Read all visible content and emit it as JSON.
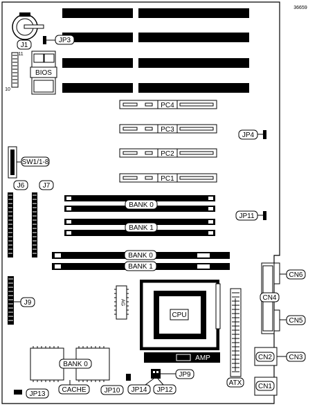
{
  "diagram": {
    "code": "36659",
    "labels": {
      "jp3": "JP3",
      "j1": "J1",
      "j1_pin_top": "11",
      "j1_pin_bottom": "10",
      "bios": "BIOS",
      "pc4": "PC4",
      "pc3": "PC3",
      "pc2": "PC2",
      "pc1": "PC1",
      "jp4": "JP4",
      "sw1": "SW1/1-8",
      "j6": "J6",
      "j7": "J7",
      "bank0_top": "BANK 0",
      "bank1_top": "BANK 1",
      "jp11": "JP11",
      "bank0_lower": "BANK 0",
      "bank1_lower": "BANK 1",
      "cn6": "CN6",
      "cn4": "CN4",
      "cn5": "CN5",
      "j9": "J9",
      "ag": "AG",
      "cpu": "CPU",
      "amp": "AMP",
      "cn2": "CN2",
      "cn3": "CN3",
      "cache_bank0": "BANK 0",
      "cache": "CACHE",
      "jp10": "JP10",
      "jp14": "JP14",
      "jp12": "JP12",
      "jp9": "JP9",
      "atx": "ATX",
      "cn1": "CN1",
      "jp13": "JP13"
    }
  }
}
